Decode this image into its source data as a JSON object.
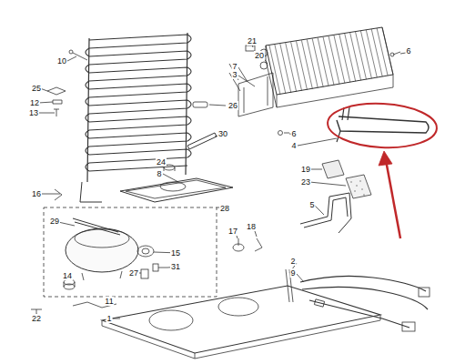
{
  "diagram": {
    "labels": [
      "10",
      "21",
      "7",
      "3",
      "20",
      "6",
      "25",
      "26",
      "12",
      "13",
      "6",
      "4",
      "30",
      "24",
      "19",
      "8",
      "23",
      "5",
      "16",
      "28",
      "29",
      "17",
      "18",
      "2",
      "15",
      "9",
      "31",
      "27",
      "14",
      "11",
      "22",
      "1"
    ]
  }
}
